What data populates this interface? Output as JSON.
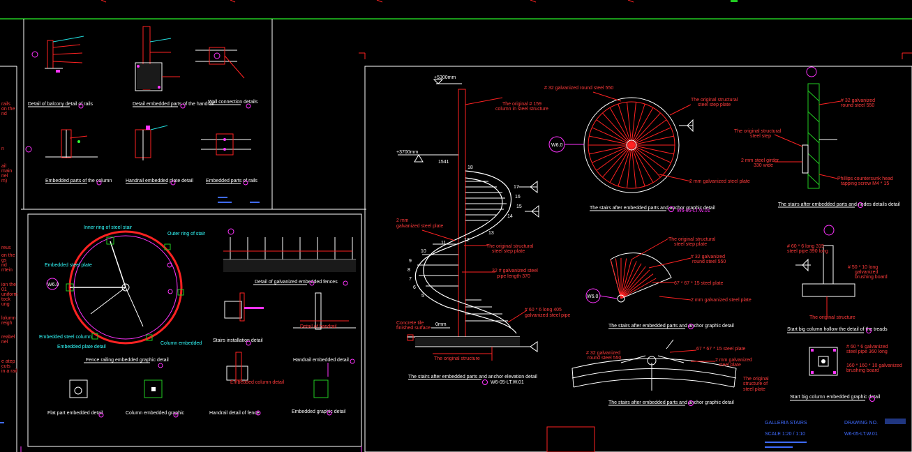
{
  "colors": {
    "background": "#000000",
    "red": "#ff2222",
    "white": "#ffffff",
    "magenta": "#ff33ff",
    "green": "#22cc22",
    "blue": "#3f6bff",
    "cyan": "#22dddd"
  },
  "left_edge": {
    "words": [
      "rails",
      "on the",
      "nd",
      "n",
      "ail",
      "main",
      "nel",
      "m)",
      "reus",
      "on the",
      "gs",
      "nd",
      "rrtein",
      "ion the",
      "01",
      "uniform",
      "tock",
      "ung",
      "lolumn",
      "reigh",
      "reabel",
      "nel",
      "e atep",
      "cuts",
      "in a rail"
    ]
  },
  "top_panel": {
    "captions": [
      "Detail of balcony detail of rails",
      "Detail embedded parts of the handrail",
      "Wall connection details",
      "Embedded parts of the column",
      "Handrail embedded plate detail",
      "Embedded parts of rails"
    ]
  },
  "bottom_left_panel": {
    "plan": {
      "labels": [
        "W6.0",
        "Inner ring of steel stair",
        "Outer ring of stair",
        "Embedded steel plate",
        "Column embedded",
        "Embedded steel column",
        "Embedded plate detail"
      ],
      "caption": "Fence railing embedded graphic detail"
    },
    "section_a": {
      "title": "Detail of galvanized embedded fences"
    },
    "small_captions": [
      "Stairs installation detail",
      "Handrail embedded detail",
      "Embedded column detail",
      "Flat part embedded detail",
      "Column embedded graphic",
      "Handrail detail of fence",
      "Detail of handrail",
      "Embedded graphic detail"
    ]
  },
  "spiral_stair": {
    "elevation_top": "+5300mm",
    "elevation_mid": "+3700mm",
    "ground": "0mm",
    "step_numbers": [
      "18",
      "17",
      "16",
      "15",
      "14",
      "13",
      "12",
      "11",
      "10",
      "9",
      "8",
      "7",
      "6",
      "5"
    ],
    "ann": {
      "column": [
        "The original # 159",
        "column in steel structure"
      ],
      "plate": [
        "2 mm",
        "galvanized steel plate"
      ],
      "step": [
        "The original structural",
        "steel step plate"
      ],
      "pipe": [
        "32 # galvanized steel",
        "pipe length 370"
      ],
      "angle": [
        "# 60 * 6 long 405",
        "galvanized steel pipe"
      ],
      "ground": [
        "Concrete tile",
        "finished surface"
      ],
      "structure": "The original structure"
    },
    "caption": "The stairs after embedded parts and anchor elevation detail",
    "ref": "W6-05-LT.W.01"
  },
  "round_plan": {
    "top_label": "# 32 galvanized round steel 550",
    "right_label": [
      "The original structural",
      "steel step plate"
    ],
    "bottom_label": "2 mm galvanized steel plate",
    "ref": "W6.0",
    "caption": "The stairs after embedded parts and anchor graphic detail",
    "ref2": "W6-05-LT.W.01"
  },
  "fan_plan": {
    "labels": [
      "The original structural",
      "steel step plate",
      "# 32 galvanized",
      "round steel 550",
      "67 * 67 * 15 steel plate",
      "2 mm galvanized steel plate"
    ],
    "ref": "W6.0",
    "caption": "The stairs after embedded parts and anchor graphic detail"
  },
  "arc_section": {
    "labels": [
      "# 32 galvanized",
      "round steel 550",
      "67 * 67 * 15 steel plate",
      "2 mm galvanized",
      "steel plate",
      "The original",
      "structure of",
      "steel plate"
    ],
    "caption": "The stairs after embedded parts and anchor graphic detail"
  },
  "right_section": {
    "labels": [
      "# 32 galvanized",
      "round steel 550",
      "The original structural",
      "steel step",
      "2 mm steel girder",
      "330 wide",
      "Phillips countersunk head",
      "tapping screw M4 * 15"
    ],
    "caption": "The stairs after embedded parts and nodes details detail"
  },
  "column_detail": {
    "labels": [
      "# 60 * 6 long 315",
      "steel pipe 390 long",
      "# 50 * 10 long",
      "galvanized",
      "brushing board",
      "The original structure"
    ],
    "caption": "Start big column hollow the detail of the treads"
  },
  "column_plan": {
    "labels": [
      "# 60 * 6 galvanized",
      "steel pipe 360 long",
      "160 * 160 * 10 galvanized",
      "brushing board"
    ],
    "caption": "Start big column embedded graphic detail"
  },
  "title_block": {
    "lines": [
      "GALLERIA STAIRS",
      "SCALE 1:20 / 1:10",
      "DRAWING NO.",
      "W6-05-LT.W.01"
    ]
  }
}
